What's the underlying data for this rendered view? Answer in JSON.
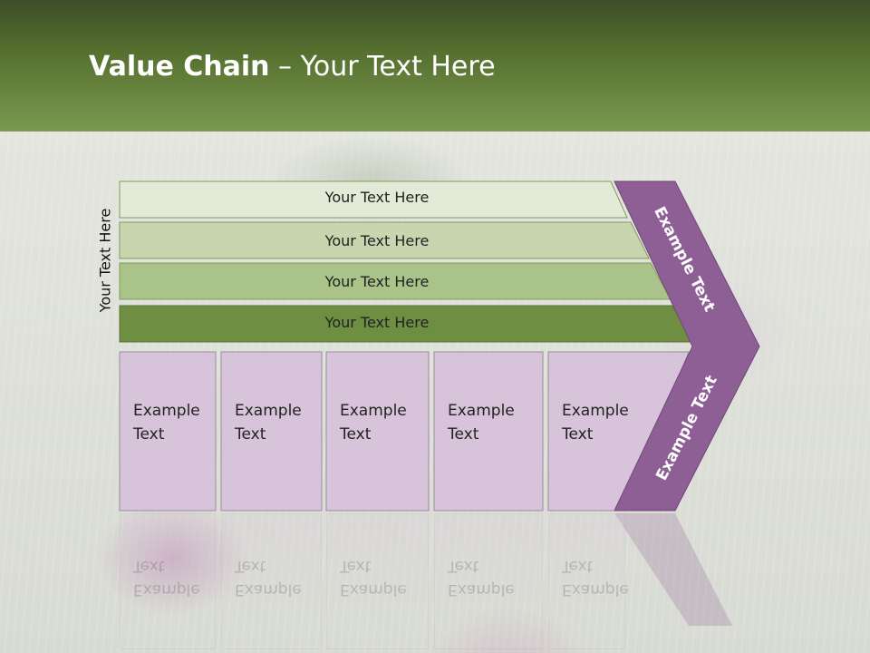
{
  "title": {
    "bold": "Value Chain",
    "rest": " – Your Text Here"
  },
  "side_label": "Your Text Here",
  "rows": [
    {
      "label": "Your Text Here",
      "color": "#e4ead8"
    },
    {
      "label": "Your Text Here",
      "color": "#c8d6b0"
    },
    {
      "label": "Your Text Here",
      "color": "#a9c389"
    },
    {
      "label": "Your Text Here",
      "color": "#6e8e41"
    }
  ],
  "boxes": [
    {
      "line1": "Example",
      "line2": "Text"
    },
    {
      "line1": "Example",
      "line2": "Text"
    },
    {
      "line1": "Example",
      "line2": "Text"
    },
    {
      "line1": "Example",
      "line2": "Text"
    },
    {
      "line1": "Example",
      "line2": "Text"
    }
  ],
  "chevron": {
    "upper": "Example Text",
    "lower": "Example Text",
    "color": "#8e5f95"
  },
  "colors": {
    "box_fill": "#d8c4da",
    "header": "#5b7433"
  }
}
